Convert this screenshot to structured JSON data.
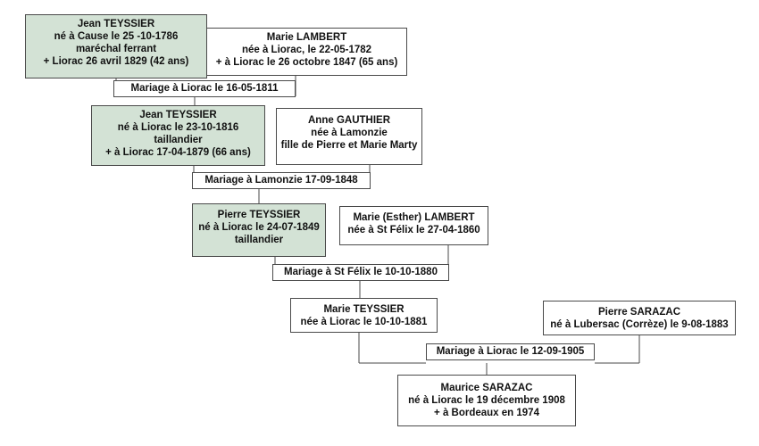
{
  "persons": [
    {
      "id": "p1",
      "lines": [
        "Jean TEYSSIER",
        "né à Cause  le 25 -10-1786",
        "maréchal ferrant",
        "+ Liorac 26 avril 1829 (42 ans)"
      ],
      "highlight": true
    },
    {
      "id": "p2",
      "lines": [
        "Marie LAMBERT",
        "née à Liorac, le 22-05-1782",
        "+ à Liorac le 26 octobre 1847 (65 ans)"
      ],
      "highlight": false
    },
    {
      "id": "p3",
      "lines": [
        "Jean TEYSSIER",
        "né à Liorac le 23-10-1816",
        "taillandier",
        "+ à Liorac 17-04-1879 (66 ans)"
      ],
      "highlight": true
    },
    {
      "id": "p4",
      "lines": [
        "Anne GAUTHIER",
        "née à  Lamonzie",
        "fille de Pierre et Marie Marty"
      ],
      "highlight": false
    },
    {
      "id": "p5",
      "lines": [
        "Pierre TEYSSIER",
        "né à Liorac le 24-07-1849",
        "taillandier"
      ],
      "highlight": true
    },
    {
      "id": "p6",
      "lines": [
        "Marie (Esther) LAMBERT",
        "née à St Félix le 27-04-1860"
      ],
      "highlight": false
    },
    {
      "id": "p7",
      "lines": [
        "Marie TEYSSIER",
        "née à Liorac le 10-10-1881"
      ],
      "highlight": false
    },
    {
      "id": "p8",
      "lines": [
        "Pierre SARAZAC",
        "né à  Lubersac (Corrèze) le 9-08-1883"
      ],
      "highlight": false
    },
    {
      "id": "p9",
      "lines": [
        "Maurice SARAZAC",
        "né à Liorac  le 19 décembre 1908",
        "+ à Bordeaux en 1974"
      ],
      "highlight": false
    }
  ],
  "marriages": [
    {
      "id": "m1",
      "label": "Mariage à  Liorac  le 16-05-1811"
    },
    {
      "id": "m2",
      "label": "Mariage à Lamonzie 17-09-1848"
    },
    {
      "id": "m3",
      "label": "Mariage à  St Félix le 10-10-1880"
    },
    {
      "id": "m4",
      "label": "Mariage à Liorac le 12-09-1905"
    }
  ],
  "colors": {
    "highlight": "#d3e2d5",
    "border": "#4a4a4a",
    "text": "#111111"
  }
}
